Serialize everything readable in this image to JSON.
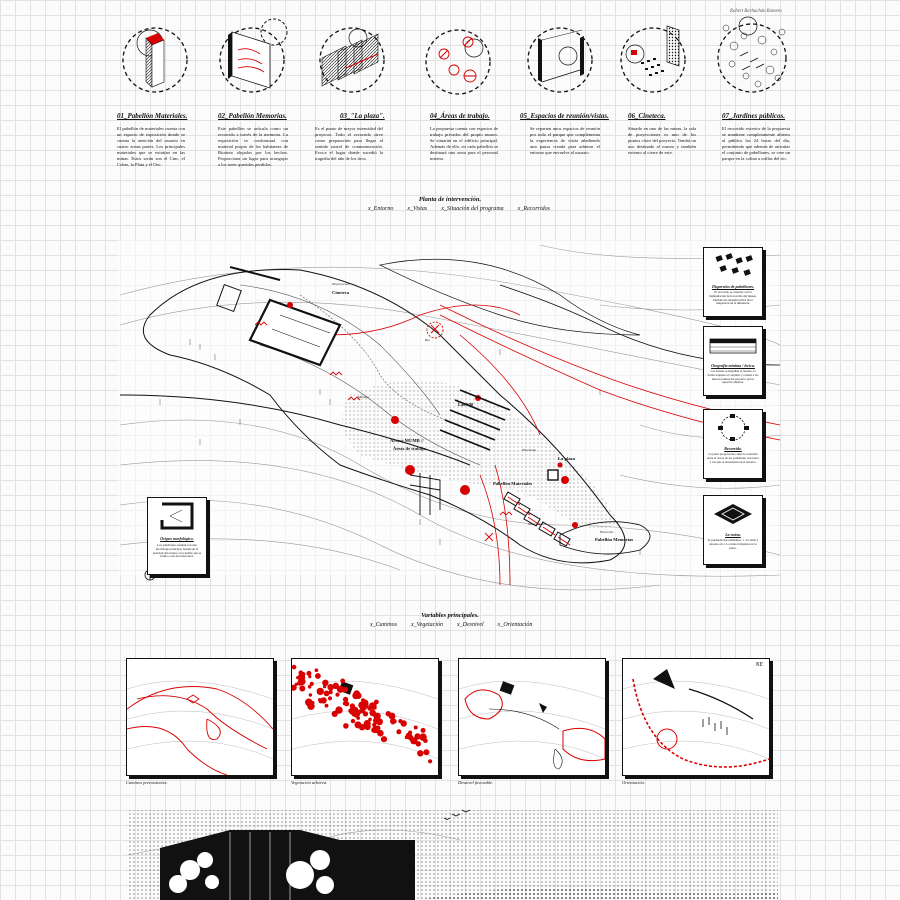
{
  "author": "Robert Barbachán Romero",
  "programs": [
    {
      "title": "01_Pabellón Materiales.",
      "text": "El pabellón de materiales cuenta con un espacio de exposición donde se cuenta la atención del usuario en cuatro zonas partes. Los principales materiales que se extraían en las minas. Estos serán son el Cinc, el Cobre, la Plata y el Oro."
    },
    {
      "title": "02_Pabellón Memorias.",
      "text": "Este pabellón se articula como un recorrido a través de la memoria. La exposición se conformará con material propio de los habitantes de Riotinto alojados por los hechos. Proporciona un lugar para acongojar a los seres queridos perdidos."
    },
    {
      "title": "03_\"La plaza\".",
      "text": "Es el punto de mayor intensidad del proyecto. Todo el recorrido sirve como preparación para llegar al sentido narral de conmemoración. Evoca el lugar donde sucedió la tragedia del año de los tiros."
    },
    {
      "title": "04_Áreas de trabajo.",
      "text": "La propuesta cuenta con espacios de trabajo privados del propio museo. Se situarán en el edificio principal. Además de ello, en cada pabellón se destinará uno zona para el personal interno."
    },
    {
      "title": "05_Espacios de reunión/vistas.",
      "text": "Se reparten unos espacios de reunión por todo el parque que complementa la experiencia de visita añadiendo una pausa creada para admirar el entorno que envuelve al usuario."
    },
    {
      "title": "06_Cineteca.",
      "text": "Situado en uno de las minas, la sala de proyecciones es uno de los puntos clave del proyecto. Tendrá un uso destinado al museo y también externo al cierre de este."
    },
    {
      "title": "07_Jardines públicos.",
      "text": "El recorrido exterior de la propuesta se mantiene completamente abierto al público las 24 horas del día, permitiendo que además de articular el conjunto de pabellones, se cree un parque en la colina a orillas del río."
    }
  ],
  "plan": {
    "title": "Planta de intervención.",
    "legend": [
      "x_Entorno",
      "x_Vistas",
      "x_Situación del programa",
      "x_Recorridos"
    ]
  },
  "map_labels": {
    "cineteca": "Cineteca",
    "cineteca_sub": "Nivel acceso",
    "las300": "Las 300",
    "acceso": "Acceso MUMR //",
    "areas": "Áreas de trabajo",
    "plaza": "La plaza",
    "materiales": "Pabellón Materiales",
    "memorias": "Pabellón Memorias",
    "reunion": "reunión/vista",
    "mirador": "Mirador",
    "rio": "Rio",
    "bajo": "Nivel bajo",
    "alto": "Nivel alto"
  },
  "side_cards": [
    {
      "title": "Dispersión de pabellones.",
      "text": "El recorrido se resuelve con la manipulación del recorrido del museo. Permite un encuentro libre de la adaptación de la influencia."
    },
    {
      "title": "Orografía mínima / lecica.",
      "text": "Las formas acompañan el terreno, la forma requiere el conjunto y orienta a los nuevos puntos del proyecto en los espacios abiertos."
    },
    {
      "title": "Recorrido.",
      "text": "La pieza proporciona como la conexión entre el cierre de los pabellones con todos y los que se encuentran en el entorno."
    },
    {
      "title": "La ruina.",
      "text": "Se perdurán dos elementos: 1. La ruina y entorno en 1. La ruina trabajada por la pieza."
    }
  ],
  "origin": {
    "title": "Origen morfológico.",
    "text": "Los pabellones cuentan con una morfología principal, basada en la posición del terreno a los demás que se forma a son dos bisectores."
  },
  "variables": {
    "title": "Variables principales.",
    "legend": [
      "x_Caminos",
      "x_Vegetación",
      "x_Desnivel",
      "x_Orientación"
    ],
    "captions": [
      "Caminos preexistentes.",
      "Vegetación arbórea.",
      "Desnivel favorable.",
      "Orientación."
    ],
    "ne": "NE"
  }
}
